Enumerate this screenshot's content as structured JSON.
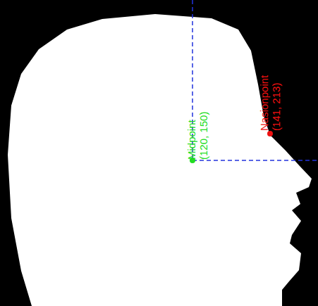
{
  "diagram": {
    "labels": [
      "Midpoint",
      "(120, 150)",
      "Nasionpoint",
      "(141, 213)"
    ]
  }
}
